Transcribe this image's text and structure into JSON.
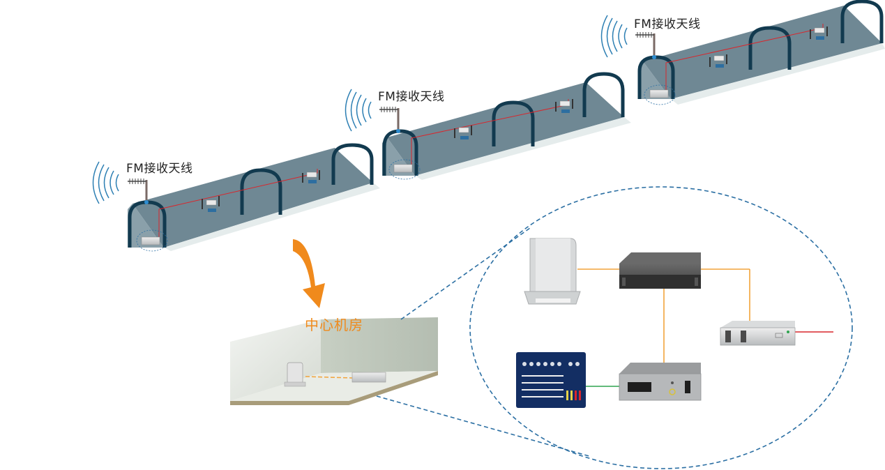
{
  "labels": {
    "antenna_1": "FM接收天线",
    "antenna_2": "FM接收天线",
    "antenna_3": "FM接收天线",
    "control_room": "中心机房"
  },
  "icons": {
    "antenna": "fm-antenna-icon",
    "radio_waves": "radio-waves-icon",
    "tunnel": "tunnel-section-icon",
    "relay_box": "relay-box-icon",
    "speaker": "tunnel-speaker-icon",
    "arrow": "curved-arrow-icon",
    "room": "control-room-icon",
    "mixer": "audio-mixer-icon",
    "amplifier": "power-amplifier-icon",
    "broadcast_host": "broadcast-host-icon",
    "receiver": "fm-receiver-icon",
    "fm_transmitter": "fm-transmitter-icon"
  },
  "colors": {
    "tunnel_wall": "#6f8894",
    "tunnel_arch": "#123a4f",
    "tunnel_floor": "#e8efef",
    "signal_wave": "#2d7fb3",
    "arrow": "#f08a1c",
    "room_label": "#ef8a1c",
    "cable_orange": "#f2a33a",
    "cable_red": "#d9262c",
    "cable_green": "#2ea44f",
    "callout_dash": "#2b6fa3"
  }
}
